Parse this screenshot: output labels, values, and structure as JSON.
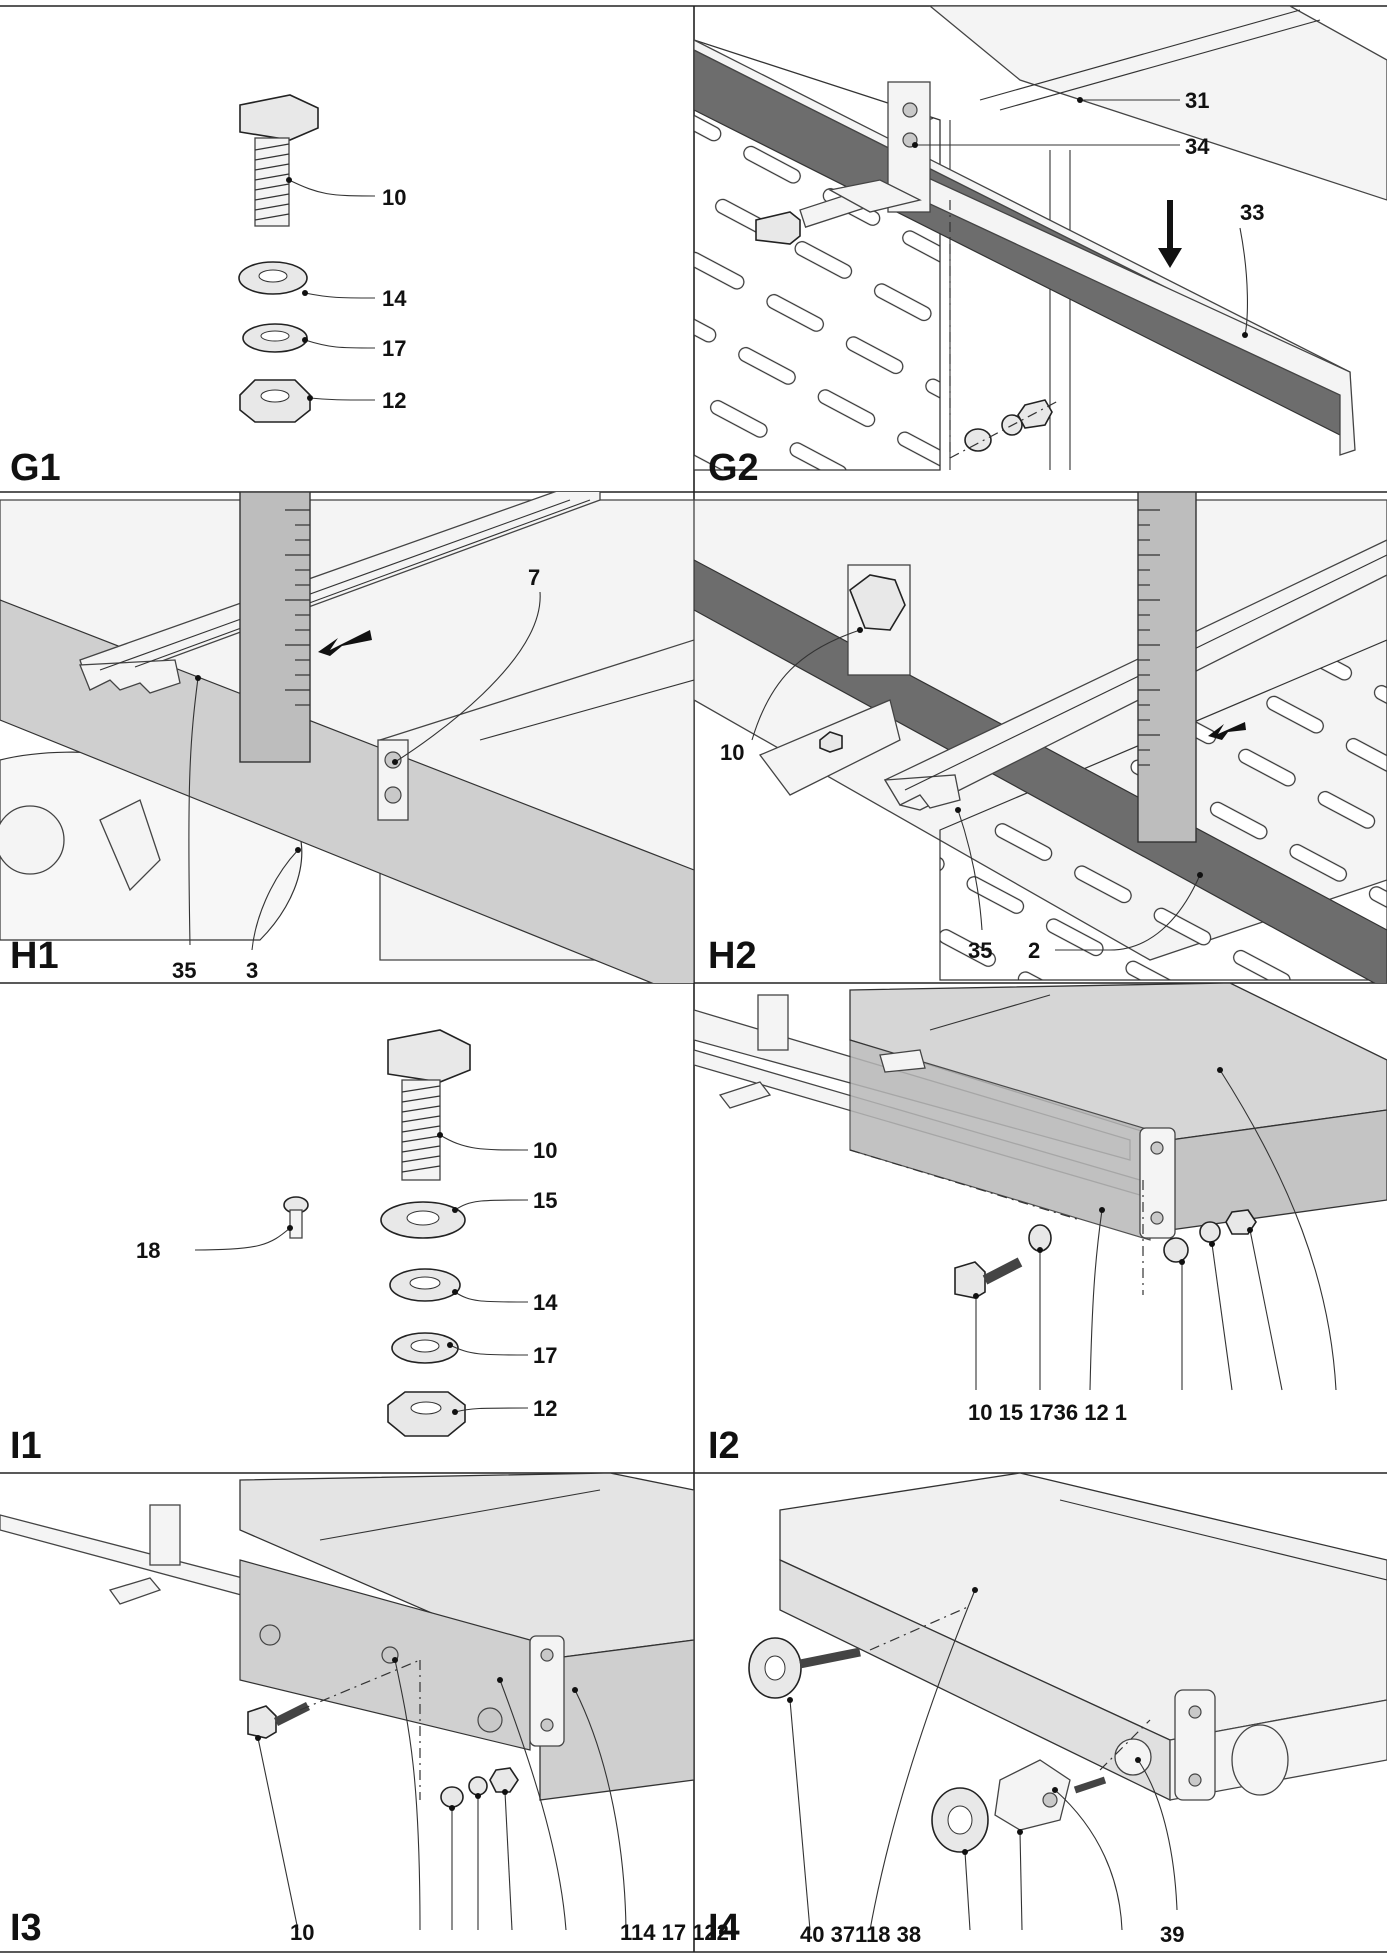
{
  "panels": {
    "g1": {
      "label": "G1",
      "callouts": [
        "10",
        "14",
        "17",
        "12"
      ]
    },
    "g2": {
      "label": "G2",
      "callouts": [
        "31",
        "34",
        "33"
      ]
    },
    "h1": {
      "label": "H1",
      "callouts": [
        "7",
        "35",
        "3"
      ]
    },
    "h2": {
      "label": "H2",
      "callouts": [
        "10",
        "35",
        "2"
      ]
    },
    "i1": {
      "label": "I1",
      "callouts": [
        "10",
        "15",
        "18",
        "14",
        "17",
        "12"
      ]
    },
    "i2": {
      "label": "I2",
      "callouts": [
        "10 15 1736 12 1"
      ]
    },
    "i3": {
      "label": "I3",
      "callouts": [
        "10",
        "114 17 122"
      ]
    },
    "i4": {
      "label": "I4",
      "callouts": [
        "40 37118 38",
        "39"
      ]
    }
  }
}
